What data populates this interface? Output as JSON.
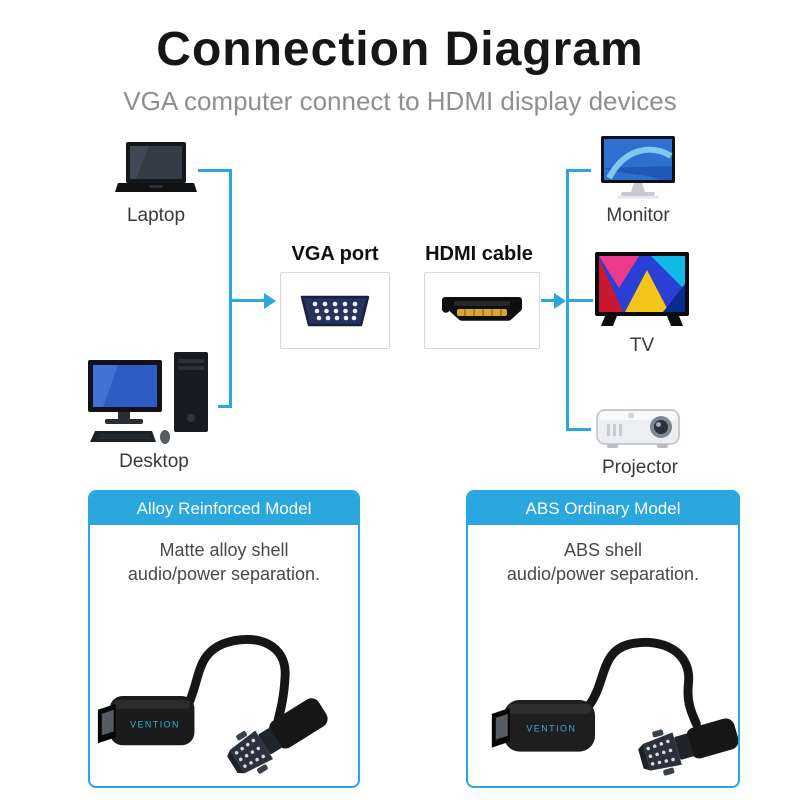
{
  "header": {
    "title": "Connection Diagram",
    "subtitle": "VGA computer connect to HDMI display devices"
  },
  "diagram": {
    "laptop_label": "Laptop",
    "desktop_label": "Desktop",
    "monitor_label": "Monitor",
    "tv_label": "TV",
    "projector_label": "Projector",
    "vga_label": "VGA port",
    "hdmi_label": "HDMI cable"
  },
  "models": {
    "alloy": {
      "header": "Alloy Reinforced Model",
      "desc_line1": "Matte alloy shell",
      "desc_line2": "audio/power separation.",
      "brand": "VENTION"
    },
    "abs": {
      "header": "ABS Ordinary Model",
      "desc_line1": "ABS shell",
      "desc_line2": "audio/power separation.",
      "brand": "VENTION"
    }
  },
  "colors": {
    "accent": "#2aa7de"
  }
}
